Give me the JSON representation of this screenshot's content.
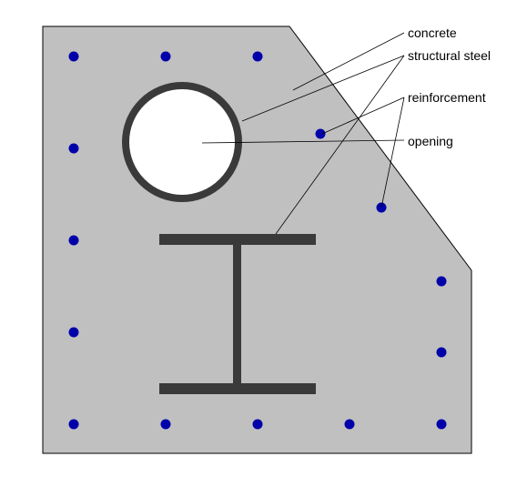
{
  "labels": {
    "concrete": "concrete",
    "structural_steel": "structural steel",
    "reinforcement": "reinforcement",
    "opening": "opening"
  },
  "colors": {
    "concrete": "#c0c0c0",
    "outline": "#000000",
    "steel": "#3a3a3a",
    "rebar": "#0000aa",
    "opening": "#ffffff",
    "background": "#ffffff"
  }
}
